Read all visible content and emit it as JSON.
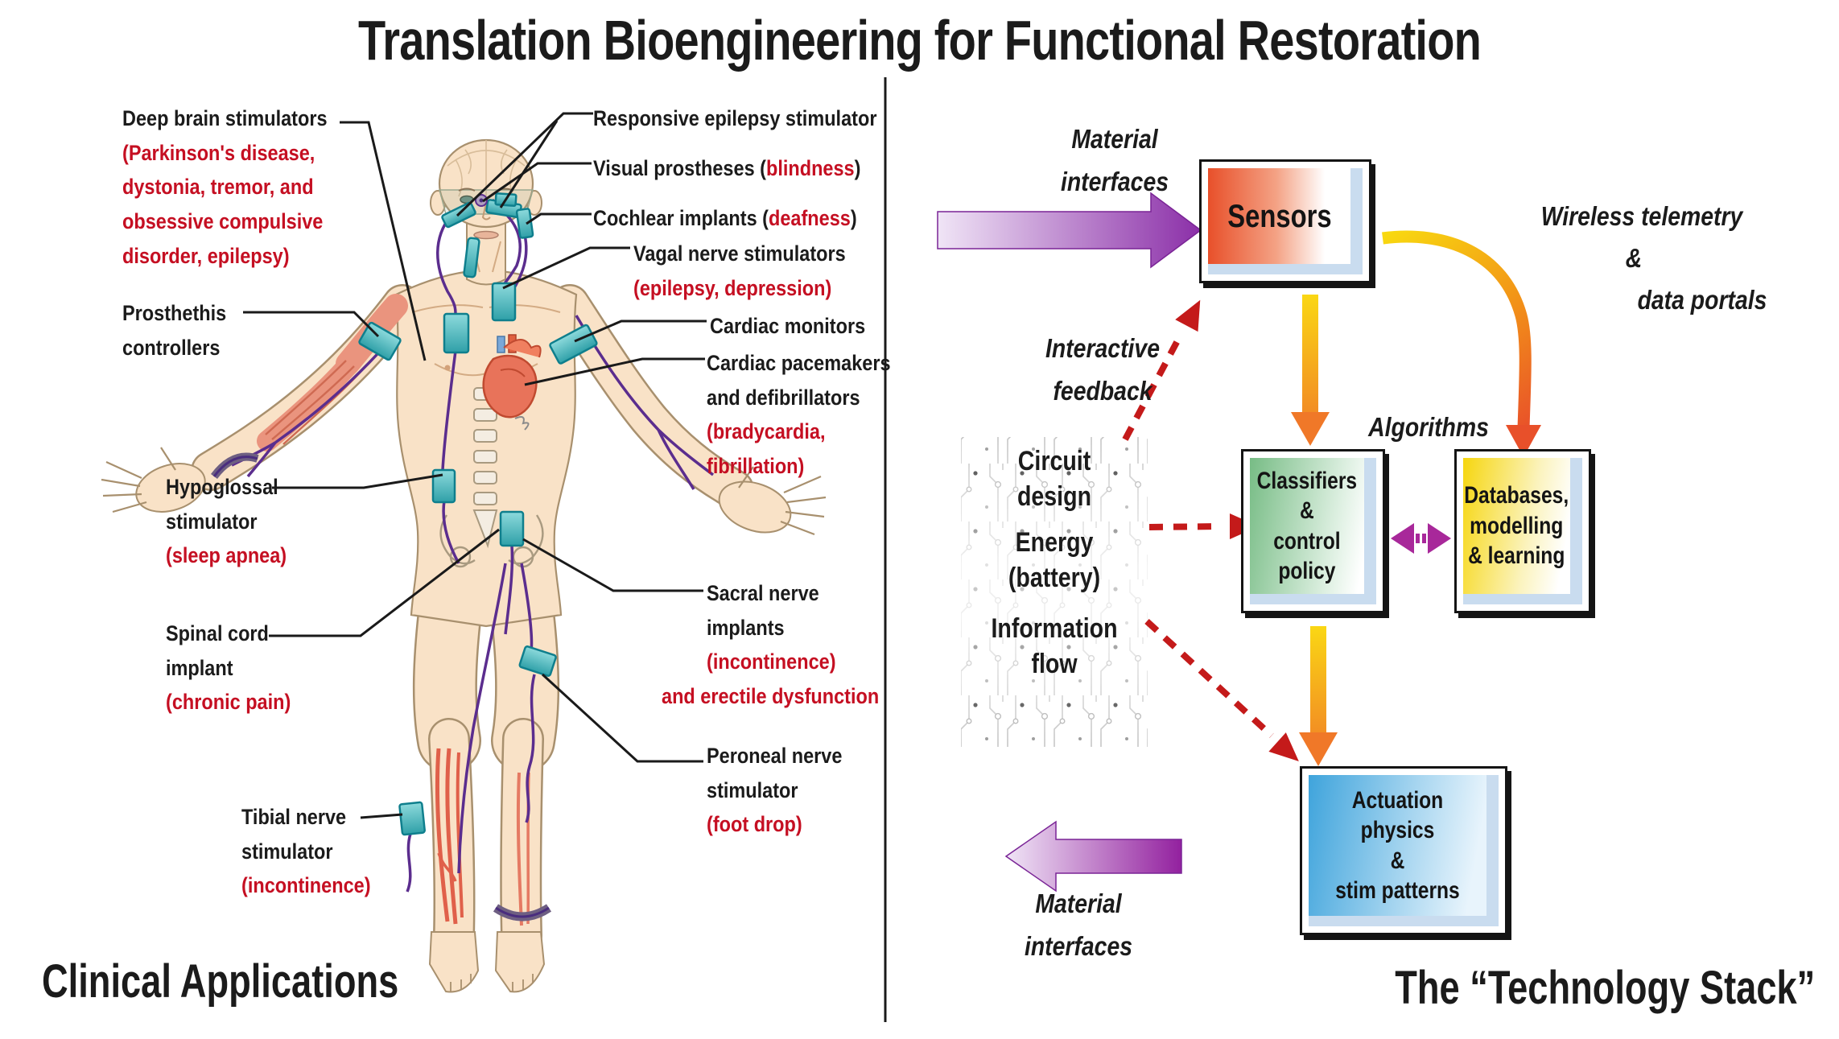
{
  "title": "Translation Bioengineering for Functional Restoration",
  "left_panel": {
    "heading": "Clinical Applications",
    "labels": {
      "deep_brain": {
        "name": "Deep brain stimulators",
        "detail": [
          "(Parkinson's disease,",
          "dystonia, tremor, and",
          "obsessive compulsive",
          "disorder, epilepsy)"
        ]
      },
      "prosthesis": {
        "name_lines": [
          "Prosthethis",
          "controllers"
        ]
      },
      "hypoglossal": {
        "name_lines": [
          "Hypoglossal",
          "stimulator"
        ],
        "detail": [
          "(sleep apnea)"
        ]
      },
      "spinal": {
        "name_lines": [
          "Spinal cord",
          "implant"
        ],
        "detail": [
          "(chronic pain)"
        ]
      },
      "tibial": {
        "name_lines": [
          "Tibial nerve",
          "stimulator"
        ],
        "detail": [
          "(incontinence)"
        ]
      },
      "responsive": {
        "name": "Responsive epilepsy stimulator"
      },
      "visual": {
        "prefix": "Visual prostheses (",
        "condition": "blindness",
        "suffix": ")"
      },
      "cochlear": {
        "prefix": "Cochlear implants (",
        "condition": "deafness",
        "suffix": ")"
      },
      "vagal": {
        "name": "Vagal nerve stimulators",
        "detail": [
          "(epilepsy, depression)"
        ]
      },
      "cardiac_monitors": {
        "name": "Cardiac monitors"
      },
      "cardiac_pacemakers": {
        "name_lines": [
          "Cardiac pacemakers",
          "and defibrillators"
        ],
        "detail": [
          "(bradycardia,",
          "fibrillation)"
        ]
      },
      "sacral": {
        "name_lines": [
          "Sacral nerve",
          "implants"
        ],
        "detail": [
          "(incontinence)"
        ],
        "detail_outdent": "and erectile dysfunction"
      },
      "peroneal": {
        "name_lines": [
          "Peroneal nerve",
          "stimulator"
        ],
        "detail": [
          "(foot drop)"
        ]
      }
    }
  },
  "right_panel": {
    "heading": "The “Technology Stack”",
    "boxes": {
      "sensors": {
        "lines": [
          "Sensors"
        ]
      },
      "classifiers": {
        "lines": [
          "Classifiers",
          "&",
          "control policy"
        ]
      },
      "databases": {
        "lines": [
          "Databases,",
          "modelling",
          "& learning"
        ]
      },
      "actuation": {
        "lines": [
          "Actuation physics",
          "&",
          "stim patterns"
        ]
      }
    },
    "flow_labels": {
      "material_top": [
        "Material",
        "interfaces"
      ],
      "wireless_1": "Wireless telemetry",
      "wireless_2": "&",
      "wireless_3": "data portals",
      "interactive": [
        "Interactive",
        "feedback"
      ],
      "algorithms": "Algorithms",
      "stack_left": [
        "Circuit",
        "design",
        "Energy",
        "(battery)",
        "Information",
        "flow"
      ],
      "material_bottom": [
        "Material",
        "interfaces"
      ]
    }
  },
  "colors": {
    "label_red": "#c50f22",
    "implant_teal": "#4ab4b8",
    "arrow_purple": "#8b2fa8",
    "dashed_red": "#c41a1a",
    "gradient_yellow": "#f8d810",
    "gradient_orange": "#e8502a",
    "skin": "#f9e2c7"
  }
}
